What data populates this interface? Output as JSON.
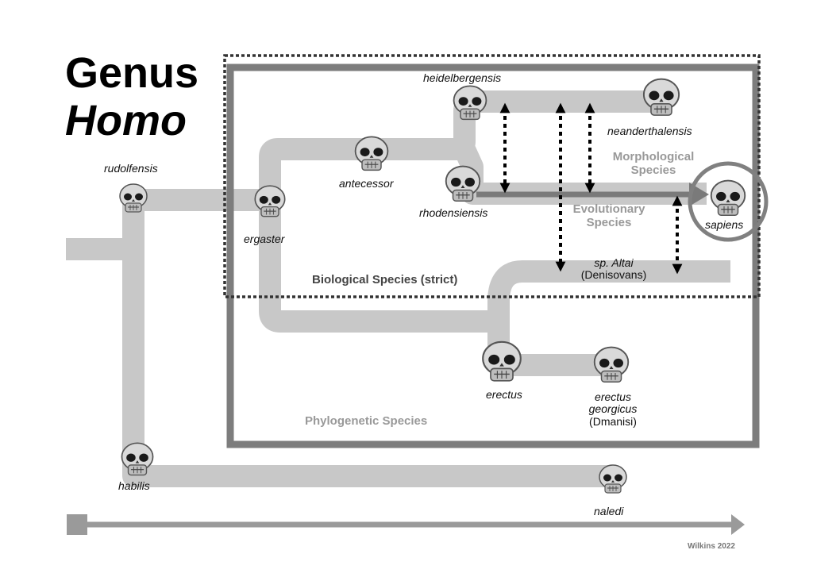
{
  "title": {
    "line1": "Genus",
    "line2": "Homo"
  },
  "species": {
    "rudolfensis": "rudolfensis",
    "ergaster": "ergaster",
    "antecessor": "antecessor",
    "heidelbergensis": "heidelbergensis",
    "neanderthalensis": "neanderthalensis",
    "rhodensiensis": "rhodensiensis",
    "sapiens": "sapiens",
    "altai_line1": "sp. Altai",
    "altai_line2": "(Denisovans)",
    "erectus": "erectus",
    "georgicus_line1": "erectus",
    "georgicus_line2": "georgicus",
    "georgicus_line3": "(Dmanisi)",
    "habilis": "habilis",
    "naledi": "naledi"
  },
  "concepts": {
    "morphological_line1": "Morphological",
    "morphological_line2": "Species",
    "evolutionary_line1": "Evolutionary",
    "evolutionary_line2": "Species",
    "biological": "Biological Species (strict)",
    "phylogenetic": "Phylogenetic Species"
  },
  "credit": "Wilkins 2022",
  "colors": {
    "branch": "#c8c8c8",
    "phylo_box": "#7d7d7d",
    "bio_box": "#333333",
    "arrow": "#000000",
    "evo_arrow": "#7a7a7a",
    "circle": "#808080",
    "time_arrow": "#9a9a9a"
  },
  "icons": [
    "skull-icon"
  ]
}
